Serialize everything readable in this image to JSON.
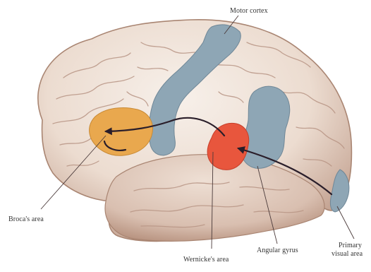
{
  "labels": {
    "motor_cortex": "Motor cortex",
    "brocas_area": "Broca's area",
    "wernickes_area": "Wernicke's area",
    "angular_gyrus": "Angular gyrus",
    "primary_visual_line1": "Primary",
    "primary_visual_line2": "visual area"
  },
  "colors": {
    "background": "#ffffff",
    "brain_tissue": "#f1e7df",
    "brain_shadow": "#c9a999",
    "sulcus": "#b89585",
    "motor_cortex": "#8ea6b5",
    "brocas_area": "#e9a84e",
    "wernickes_area": "#e8563d",
    "angular_gyrus": "#8ea6b5",
    "pathway_arrow": "#2a1e2a",
    "leader_line": "#4a3a3a"
  }
}
